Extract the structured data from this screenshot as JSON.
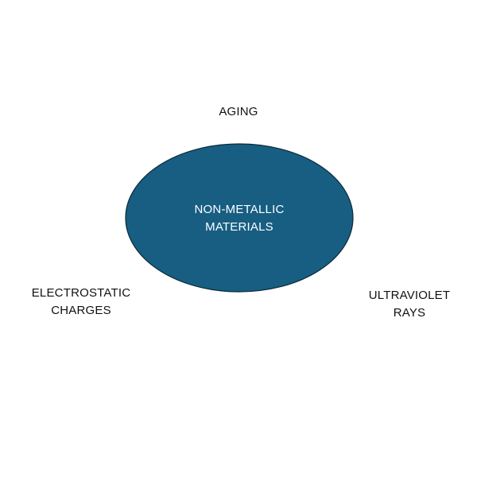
{
  "diagram": {
    "center": {
      "lines": [
        "NON-METALLIC",
        "MATERIALS"
      ],
      "fill_color": "#175E82",
      "stroke_color": "#0B2A3B",
      "text_color": "#FFFFFF"
    },
    "factors": {
      "top": {
        "lines": [
          "AGING"
        ]
      },
      "left": {
        "lines": [
          "ELECTROSTATIC",
          "CHARGES"
        ]
      },
      "right": {
        "lines": [
          "ULTRAVIOLET",
          "RAYS"
        ]
      }
    }
  }
}
